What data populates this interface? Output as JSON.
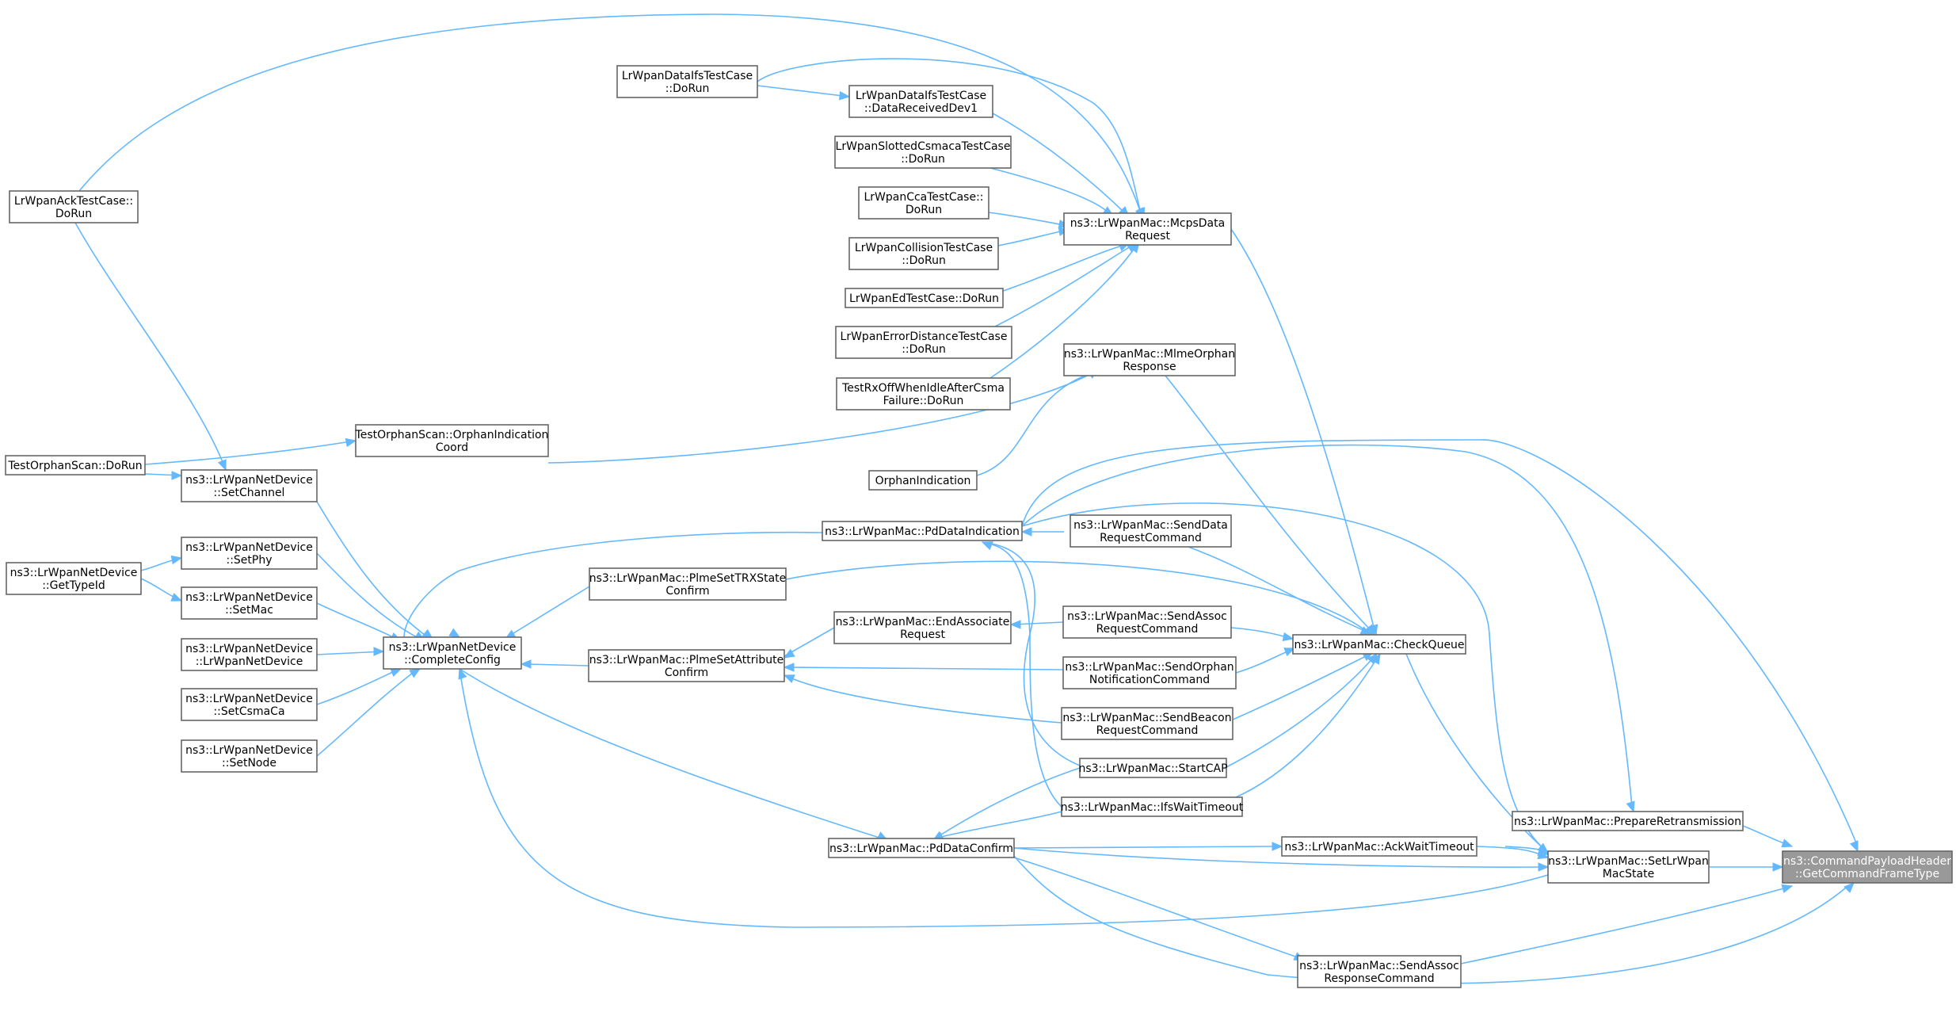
{
  "nodes": [
    {
      "id": "focus",
      "lines": [
        "ns3::CommandPayloadHeader",
        "::GetCommandFrameType"
      ],
      "focus": true
    },
    {
      "id": "prepRetx",
      "lines": [
        "ns3::LrWpanMac::PrepareRetransmission"
      ]
    },
    {
      "id": "setState",
      "lines": [
        "ns3::LrWpanMac::SetLrWpan",
        "MacState"
      ]
    },
    {
      "id": "sendAssocResp",
      "lines": [
        "ns3::LrWpanMac::SendAssoc",
        "ResponseCommand"
      ]
    },
    {
      "id": "ackWait",
      "lines": [
        "ns3::LrWpanMac::AckWaitTimeout"
      ]
    },
    {
      "id": "checkQueue",
      "lines": [
        "ns3::LrWpanMac::CheckQueue"
      ]
    },
    {
      "id": "pdDataConfirm",
      "lines": [
        "ns3::LrWpanMac::PdDataConfirm"
      ]
    },
    {
      "id": "pdDataInd",
      "lines": [
        "ns3::LrWpanMac::PdDataIndication"
      ]
    },
    {
      "id": "mcpsData",
      "lines": [
        "ns3::LrWpanMac::McpsData",
        "Request"
      ]
    },
    {
      "id": "mlmeOrphan",
      "lines": [
        "ns3::LrWpanMac::MlmeOrphan",
        "Response"
      ]
    },
    {
      "id": "sendDataReq",
      "lines": [
        "ns3::LrWpanMac::SendData",
        "RequestCommand"
      ]
    },
    {
      "id": "sendAssocReq",
      "lines": [
        "ns3::LrWpanMac::SendAssoc",
        "RequestCommand"
      ]
    },
    {
      "id": "sendOrphan",
      "lines": [
        "ns3::LrWpanMac::SendOrphan",
        "NotificationCommand"
      ]
    },
    {
      "id": "sendBeacon",
      "lines": [
        "ns3::LrWpanMac::SendBeacon",
        "RequestCommand"
      ]
    },
    {
      "id": "startCap",
      "lines": [
        "ns3::LrWpanMac::StartCAP"
      ]
    },
    {
      "id": "ifsWait",
      "lines": [
        "ns3::LrWpanMac::IfsWaitTimeout"
      ]
    },
    {
      "id": "plmeTrx",
      "lines": [
        "ns3::LrWpanMac::PlmeSetTRXState",
        "Confirm"
      ]
    },
    {
      "id": "endAssoc",
      "lines": [
        "ns3::LrWpanMac::EndAssociate",
        "Request"
      ]
    },
    {
      "id": "plmeAttr",
      "lines": [
        "ns3::LrWpanMac::PlmeSetAttribute",
        "Confirm"
      ]
    },
    {
      "id": "completeConfig",
      "lines": [
        "ns3::LrWpanNetDevice",
        "::CompleteConfig"
      ]
    },
    {
      "id": "setChannel",
      "lines": [
        "ns3::LrWpanNetDevice",
        "::SetChannel"
      ]
    },
    {
      "id": "setPhy",
      "lines": [
        "ns3::LrWpanNetDevice",
        "::SetPhy"
      ]
    },
    {
      "id": "setMac",
      "lines": [
        "ns3::LrWpanNetDevice",
        "::SetMac"
      ]
    },
    {
      "id": "ctor",
      "lines": [
        "ns3::LrWpanNetDevice",
        "::LrWpanNetDevice"
      ]
    },
    {
      "id": "setCsma",
      "lines": [
        "ns3::LrWpanNetDevice",
        "::SetCsmaCa"
      ]
    },
    {
      "id": "setNode",
      "lines": [
        "ns3::LrWpanNetDevice",
        "::SetNode"
      ]
    },
    {
      "id": "getTypeId",
      "lines": [
        "ns3::LrWpanNetDevice",
        "::GetTypeId"
      ]
    },
    {
      "id": "orphanScanRun",
      "lines": [
        "TestOrphanScan::DoRun"
      ]
    },
    {
      "id": "orphanIndCoord",
      "lines": [
        "TestOrphanScan::OrphanIndication",
        "Coord"
      ]
    },
    {
      "id": "orphanInd",
      "lines": [
        "OrphanIndication"
      ]
    },
    {
      "id": "ackTest",
      "lines": [
        "LrWpanAckTestCase::",
        "DoRun"
      ]
    },
    {
      "id": "ifsRun",
      "lines": [
        "LrWpanDataIfsTestCase",
        "::DoRun"
      ]
    },
    {
      "id": "ifsRecv",
      "lines": [
        "LrWpanDataIfsTestCase",
        "::DataReceivedDev1"
      ]
    },
    {
      "id": "slotted",
      "lines": [
        "LrWpanSlottedCsmacaTestCase",
        "::DoRun"
      ]
    },
    {
      "id": "cca",
      "lines": [
        "LrWpanCcaTestCase::",
        "DoRun"
      ]
    },
    {
      "id": "collision",
      "lines": [
        "LrWpanCollisionTestCase",
        "::DoRun"
      ]
    },
    {
      "id": "edTest",
      "lines": [
        "LrWpanEdTestCase::DoRun"
      ]
    },
    {
      "id": "errDist",
      "lines": [
        "LrWpanErrorDistanceTestCase",
        "::DoRun"
      ]
    },
    {
      "id": "rxOff",
      "lines": [
        "TestRxOffWhenIdleAfterCsma",
        "Failure::DoRun"
      ]
    }
  ]
}
